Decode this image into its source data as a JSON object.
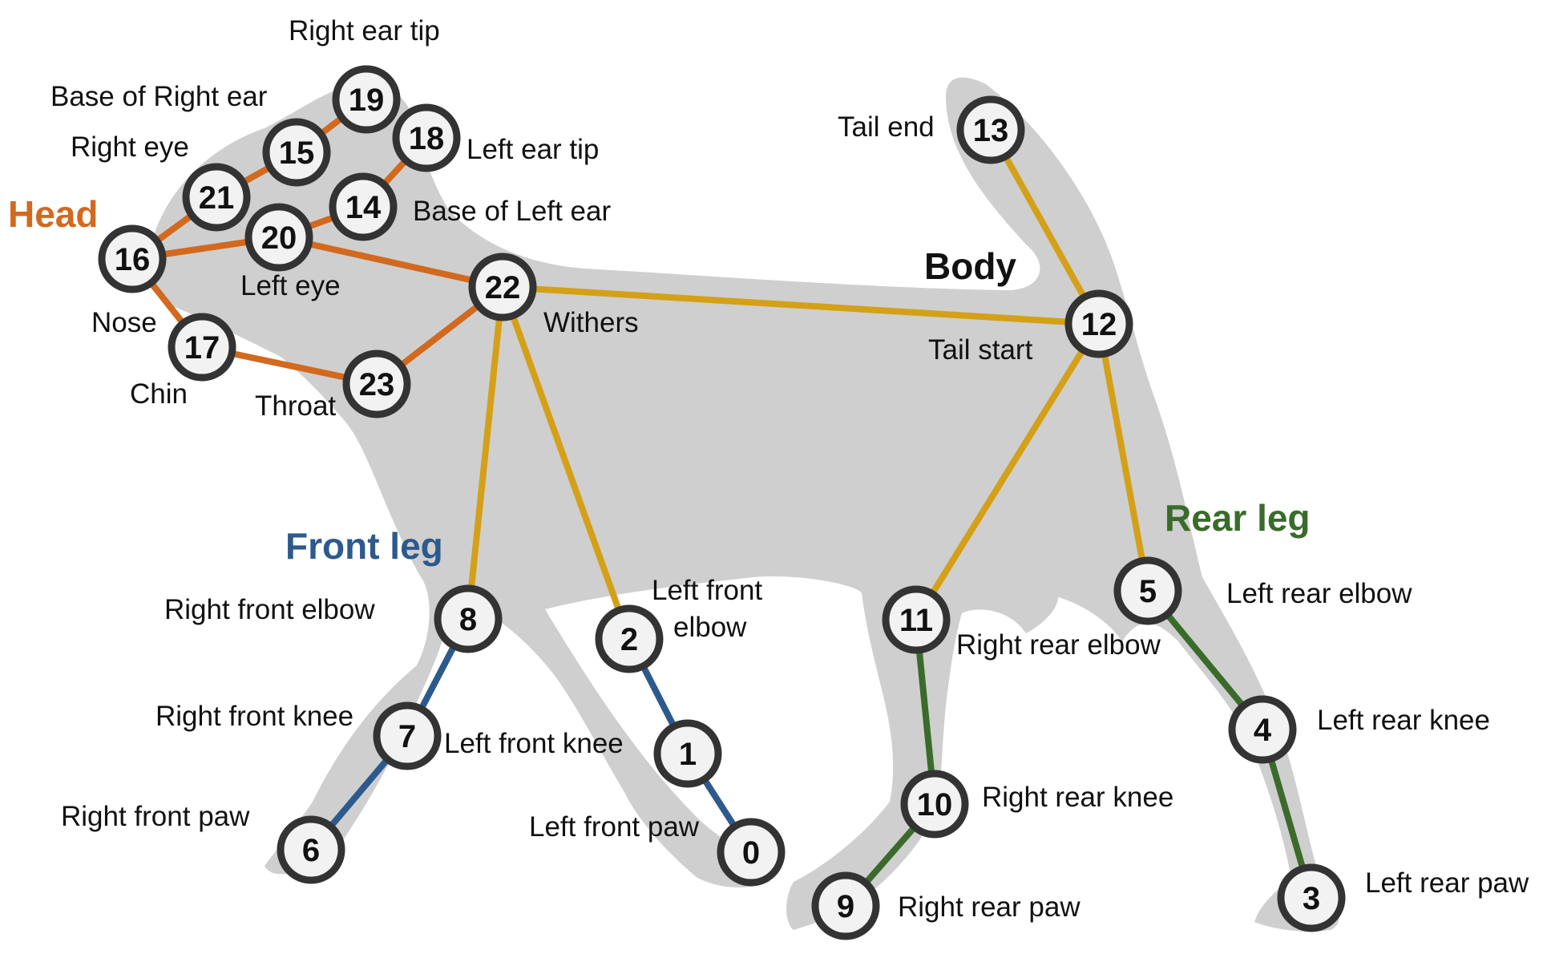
{
  "colors": {
    "head": "#d2691e",
    "body": "#d4a017",
    "front_leg": "#2d5a8c",
    "rear_leg": "#3a6b2a",
    "silhouette": "#cfcfcf",
    "node_fill": "#f2f2f2",
    "node_stroke": "#333333"
  },
  "groups": {
    "head": "Head",
    "body": "Body",
    "front_leg": "Front leg",
    "rear_leg": "Rear leg"
  },
  "keypoints": [
    {
      "id": "0",
      "label": "Left front paw"
    },
    {
      "id": "1",
      "label": "Left front knee"
    },
    {
      "id": "2",
      "label": "Left front elbow"
    },
    {
      "id": "3",
      "label": "Left rear paw"
    },
    {
      "id": "4",
      "label": "Left rear knee"
    },
    {
      "id": "5",
      "label": "Left rear elbow"
    },
    {
      "id": "6",
      "label": "Right front paw"
    },
    {
      "id": "7",
      "label": "Right front knee"
    },
    {
      "id": "8",
      "label": "Right front elbow"
    },
    {
      "id": "9",
      "label": "Right rear paw"
    },
    {
      "id": "10",
      "label": "Right rear knee"
    },
    {
      "id": "11",
      "label": "Right rear elbow"
    },
    {
      "id": "12",
      "label": "Tail start"
    },
    {
      "id": "13",
      "label": "Tail end"
    },
    {
      "id": "14",
      "label": "Base of Left ear"
    },
    {
      "id": "15",
      "label": "Base of Right ear"
    },
    {
      "id": "16",
      "label": "Nose"
    },
    {
      "id": "17",
      "label": "Chin"
    },
    {
      "id": "18",
      "label": "Left ear tip"
    },
    {
      "id": "19",
      "label": "Right ear tip"
    },
    {
      "id": "20",
      "label": "Left eye"
    },
    {
      "id": "21",
      "label": "Right eye"
    },
    {
      "id": "22",
      "label": "Withers"
    },
    {
      "id": "23",
      "label": "Throat"
    }
  ],
  "connections": [
    {
      "from": "16",
      "to": "21",
      "group": "head"
    },
    {
      "from": "21",
      "to": "15",
      "group": "head"
    },
    {
      "from": "15",
      "to": "19",
      "group": "head"
    },
    {
      "from": "16",
      "to": "20",
      "group": "head"
    },
    {
      "from": "20",
      "to": "14",
      "group": "head"
    },
    {
      "from": "14",
      "to": "18",
      "group": "head"
    },
    {
      "from": "20",
      "to": "22",
      "group": "head"
    },
    {
      "from": "16",
      "to": "17",
      "group": "head"
    },
    {
      "from": "17",
      "to": "23",
      "group": "head"
    },
    {
      "from": "23",
      "to": "22",
      "group": "head"
    },
    {
      "from": "22",
      "to": "12",
      "group": "body"
    },
    {
      "from": "12",
      "to": "13",
      "group": "body"
    },
    {
      "from": "22",
      "to": "8",
      "group": "body"
    },
    {
      "from": "22",
      "to": "2",
      "group": "body"
    },
    {
      "from": "12",
      "to": "11",
      "group": "body"
    },
    {
      "from": "12",
      "to": "5",
      "group": "body"
    },
    {
      "from": "8",
      "to": "7",
      "group": "front_leg"
    },
    {
      "from": "7",
      "to": "6",
      "group": "front_leg"
    },
    {
      "from": "2",
      "to": "1",
      "group": "front_leg"
    },
    {
      "from": "1",
      "to": "0",
      "group": "front_leg"
    },
    {
      "from": "11",
      "to": "10",
      "group": "rear_leg"
    },
    {
      "from": "10",
      "to": "9",
      "group": "rear_leg"
    },
    {
      "from": "5",
      "to": "4",
      "group": "rear_leg"
    },
    {
      "from": "4",
      "to": "3",
      "group": "rear_leg"
    }
  ]
}
